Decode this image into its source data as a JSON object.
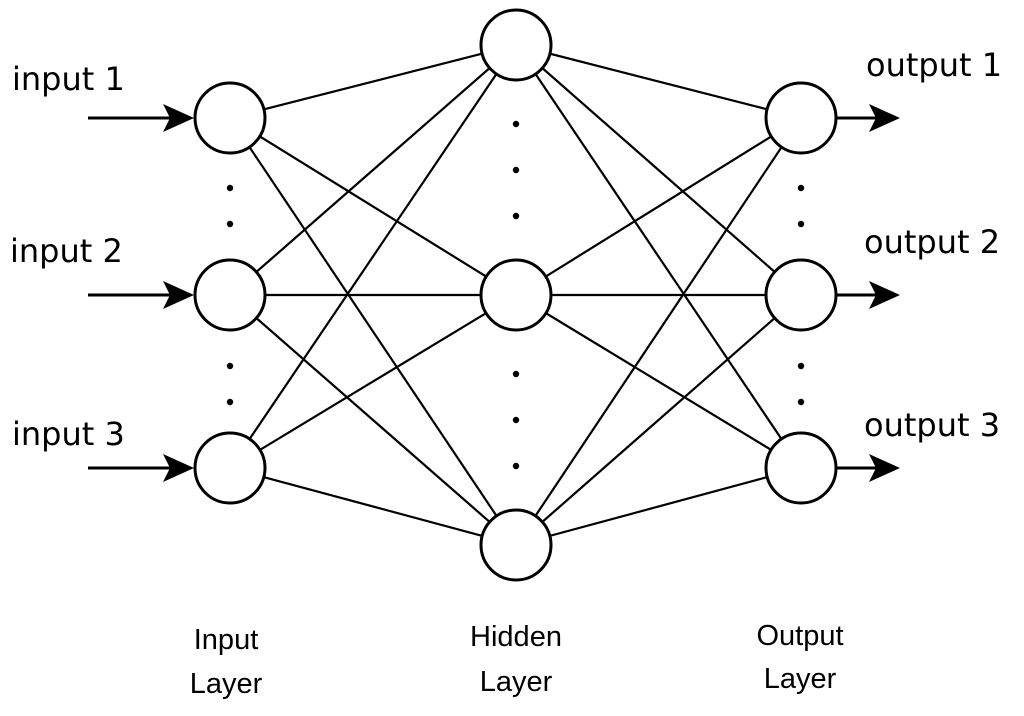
{
  "inputs": [
    "input 1",
    "input 2",
    "input 3"
  ],
  "outputs": [
    "output 1",
    "output 2",
    "output 3"
  ],
  "layers": {
    "input": [
      "Input",
      "Layer"
    ],
    "hidden": [
      "Hidden",
      "Layer"
    ],
    "output": [
      "Output",
      "Layer"
    ]
  },
  "colors": {
    "stroke": "#000000",
    "node_fill": "#ffffff",
    "background": "#ffffff"
  }
}
